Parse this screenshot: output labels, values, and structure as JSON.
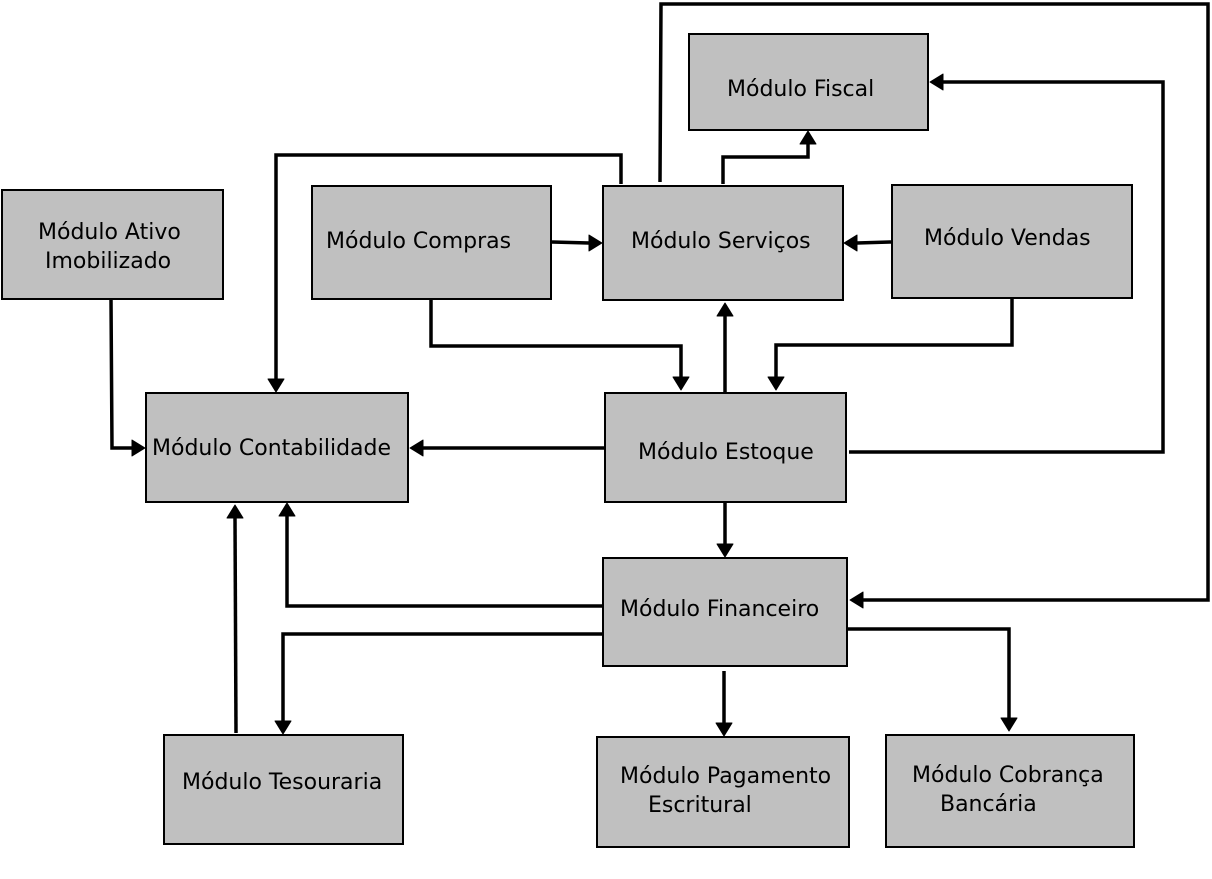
{
  "diagram": {
    "nodes": {
      "fiscal": {
        "text": "Módulo Fiscal"
      },
      "ativo": {
        "text": "Módulo Ativo\n Imobilizado"
      },
      "compras": {
        "text": "Módulo Compras"
      },
      "servicos": {
        "text": "Módulo Serviços"
      },
      "vendas": {
        "text": "Módulo Vendas"
      },
      "contabilidade": {
        "text": "Módulo Contabilidade"
      },
      "estoque": {
        "text": "Módulo Estoque"
      },
      "financeiro": {
        "text": "Módulo Financeiro"
      },
      "tesouraria": {
        "text": "Módulo Tesouraria"
      },
      "pagamento": {
        "text": "Módulo Pagamento\n    Escritural"
      },
      "cobranca": {
        "text": "Módulo Cobrança\n    Bancária"
      }
    },
    "edges": [
      {
        "from": "servicos",
        "to": "fiscal"
      },
      {
        "from": "estoque",
        "to": "fiscal"
      },
      {
        "from": "servicos",
        "to": "financeiro"
      },
      {
        "from": "servicos",
        "to": "contabilidade"
      },
      {
        "from": "compras",
        "to": "servicos"
      },
      {
        "from": "vendas",
        "to": "servicos"
      },
      {
        "from": "compras",
        "to": "estoque"
      },
      {
        "from": "vendas",
        "to": "estoque"
      },
      {
        "from": "estoque",
        "to": "servicos"
      },
      {
        "from": "ativo",
        "to": "contabilidade"
      },
      {
        "from": "estoque",
        "to": "contabilidade"
      },
      {
        "from": "estoque",
        "to": "financeiro"
      },
      {
        "from": "financeiro",
        "to": "contabilidade"
      },
      {
        "from": "financeiro",
        "to": "tesouraria"
      },
      {
        "from": "tesouraria",
        "to": "contabilidade"
      },
      {
        "from": "financeiro",
        "to": "pagamento"
      },
      {
        "from": "financeiro",
        "to": "cobranca"
      }
    ]
  }
}
